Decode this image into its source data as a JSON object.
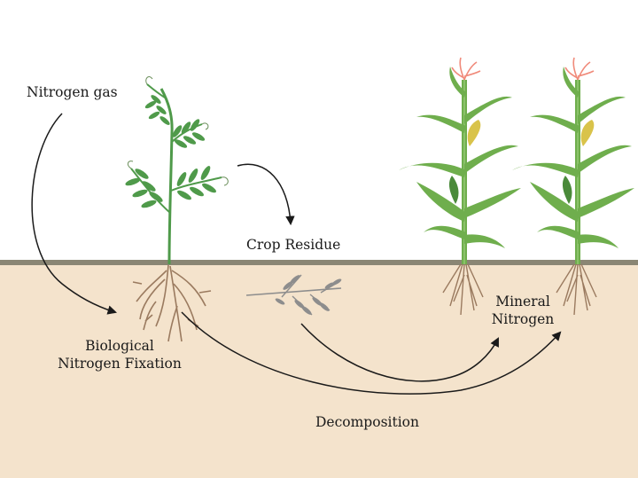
{
  "labels": {
    "nitrogen_gas": "Nitrogen gas",
    "crop_residue": "Crop Residue",
    "bnf_line1": "Biological",
    "bnf_line2": "Nitrogen Fixation",
    "mineral_line1": "Mineral",
    "mineral_line2": "Nitrogen",
    "decomposition": "Decomposition"
  },
  "colors": {
    "soil": "#f4e3cc",
    "ground_line": "#8a8674",
    "legume_leaf": "#4f9a4a",
    "corn_leaf": "#6fae4d",
    "root": "#9a7a5f",
    "residue": "#8d8d8d",
    "tassel": "#f08a7a",
    "ear": "#d9c34a",
    "arrow": "#1a1a1a"
  }
}
